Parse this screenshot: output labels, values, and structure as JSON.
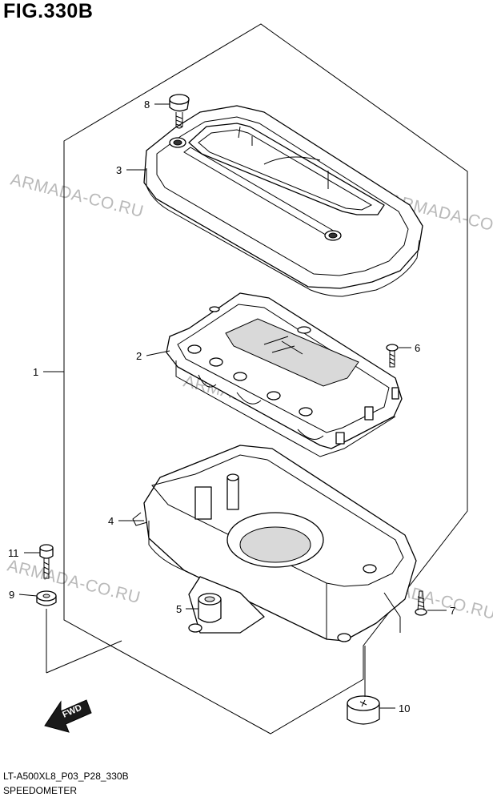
{
  "figure": {
    "title": "FIG.330B",
    "code": "LT-A500XL8_P03_P28_330B",
    "name": "SPEEDOMETER"
  },
  "callouts": [
    {
      "number": "1"
    },
    {
      "number": "2"
    },
    {
      "number": "3"
    },
    {
      "number": "4"
    },
    {
      "number": "5"
    },
    {
      "number": "6"
    },
    {
      "number": "7"
    },
    {
      "number": "8"
    },
    {
      "number": "9"
    },
    {
      "number": "10"
    },
    {
      "number": "11"
    }
  ],
  "watermark": {
    "text": "ARMADA-CO.RU",
    "color": "#b9b9b9"
  },
  "direction_arrow": {
    "label": "FWD"
  }
}
